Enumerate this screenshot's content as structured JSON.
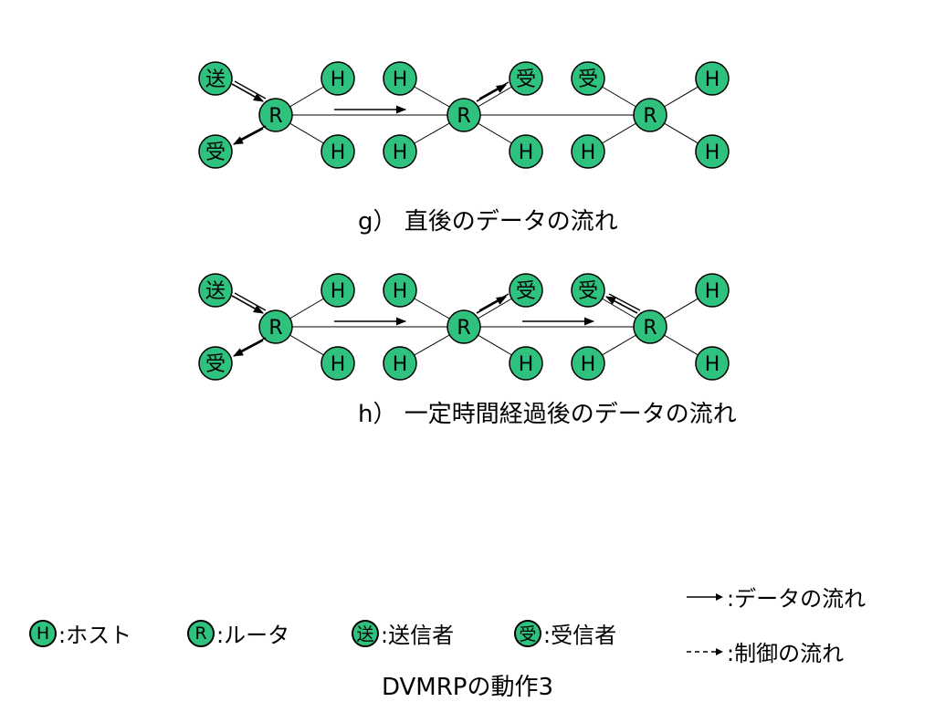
{
  "diagrams": [
    {
      "caption": "g） 直後のデータの流れ",
      "nodes": {
        "send": "送",
        "recv_left": "受",
        "r1": "R",
        "r2": "R",
        "r3": "R",
        "h1_top": "H",
        "h1_bot": "H",
        "h2_top": "H",
        "h2_bot": "H",
        "recv_a": "受",
        "recv_b": "受",
        "h3_bot_a": "H",
        "h3_bot_b": "H",
        "h4_top": "H",
        "h4_bot": "H"
      }
    },
    {
      "caption": "h） 一定時間経過後のデータの流れ",
      "nodes": {
        "send": "送",
        "recv_left": "受",
        "r1": "R",
        "r2": "R",
        "r3": "R",
        "h1_top": "H",
        "h1_bot": "H",
        "h2_top": "H",
        "h2_bot": "H",
        "recv_a": "受",
        "recv_b": "受",
        "h3_bot_a": "H",
        "h3_bot_b": "H",
        "h4_top": "H",
        "h4_bot": "H"
      }
    }
  ],
  "legend": {
    "host": {
      "symbol": "H",
      "label": ":ホスト"
    },
    "router": {
      "symbol": "R",
      "label": ":ルータ"
    },
    "sender": {
      "symbol": "送",
      "label": ":送信者"
    },
    "receiver": {
      "symbol": "受",
      "label": ":受信者"
    },
    "data_flow": ":データの流れ",
    "control_flow": ":制御の流れ"
  },
  "title": "DVMRPの動作3",
  "colors": {
    "node_fill": "#2ec27e",
    "stroke": "#000000"
  }
}
